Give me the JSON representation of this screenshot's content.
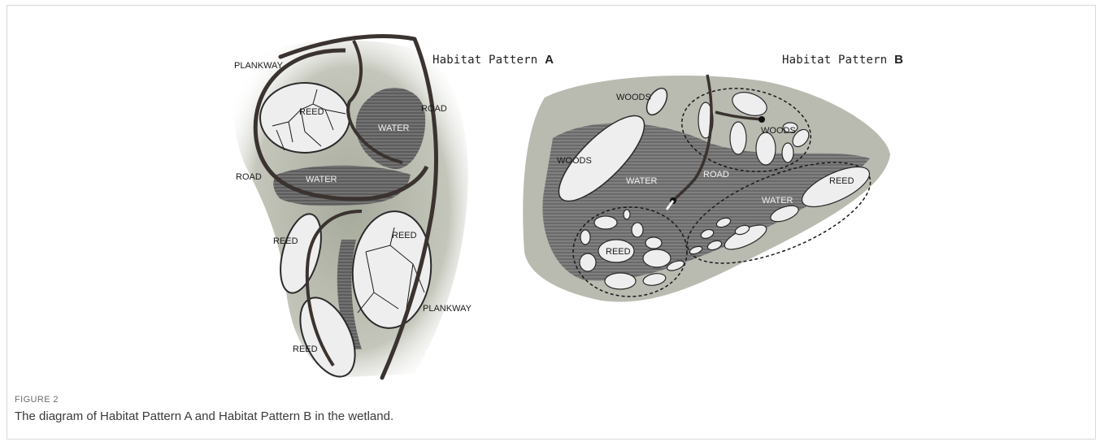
{
  "pattern_a": {
    "title_prefix": "Habitat Pattern",
    "title_letter": "A",
    "labels": {
      "plankway_top": "PLANKWAY",
      "reed_top": "REED",
      "water_right": "WATER",
      "road_right": "ROAD",
      "road_left": "ROAD",
      "water_center": "WATER",
      "reed_left": "REED",
      "reed_right": "REED",
      "plankway_bottom": "PLANKWAY",
      "reed_bottom": "REED"
    }
  },
  "pattern_b": {
    "title_prefix": "Habitat Pattern",
    "title_letter": "B",
    "labels": {
      "woods_top": "WOODS",
      "woods_left": "WOODS",
      "woods_cluster": "WOODS",
      "water_center": "WATER",
      "road": "ROAD",
      "water_right": "WATER",
      "reed_right": "REED",
      "reed_cluster": "REED"
    }
  },
  "figure": {
    "label": "FIGURE 2",
    "caption": "The diagram of Habitat Pattern A and Habitat Pattern B in the wetland."
  },
  "colors": {
    "ground": "#b7b9ad",
    "water": "#606060",
    "road": "#3a3330",
    "habitat_fill": "#eeeeee"
  }
}
